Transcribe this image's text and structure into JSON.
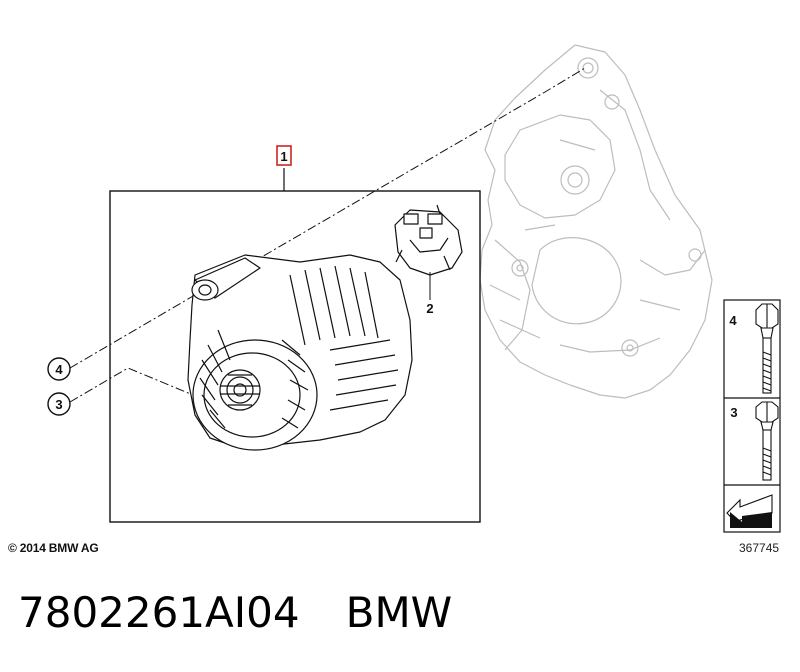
{
  "diagram": {
    "callouts": [
      {
        "id": "1",
        "label": "1"
      },
      {
        "id": "2",
        "label": "2"
      },
      {
        "id": "3",
        "label": "3"
      },
      {
        "id": "4",
        "label": "4"
      }
    ],
    "legend": {
      "items": [
        {
          "label": "4",
          "part": "long-bolt"
        },
        {
          "label": "3",
          "part": "short-bolt"
        }
      ]
    },
    "highlight_color": "#d22222",
    "line_color": "#111111",
    "ghost_color": "#b8b8b8"
  },
  "footer": {
    "copyright": "© 2014 BMW AG",
    "diagram_number": "367745"
  },
  "caption": {
    "part_code": "7802261AI04",
    "brand": "BMW"
  }
}
